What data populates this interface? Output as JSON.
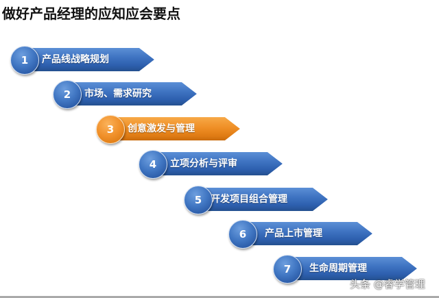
{
  "title": "做好产品经理的应知应会要点",
  "colors": {
    "primary_blue": "#3f74c2",
    "highlight_orange": "#ef8f26",
    "text": "#111111",
    "label_text": "#ffffff"
  },
  "steps": [
    {
      "number": "1",
      "label": "产品线战略规划",
      "color": "blue",
      "highlighted": false
    },
    {
      "number": "2",
      "label": "市场、需求研究",
      "color": "blue",
      "highlighted": false
    },
    {
      "number": "3",
      "label": "创意激发与管理",
      "color": "orange",
      "highlighted": true
    },
    {
      "number": "4",
      "label": "立项分析与评审",
      "color": "blue",
      "highlighted": false
    },
    {
      "number": "5",
      "label": "开发项目组合管理",
      "color": "blue",
      "highlighted": false
    },
    {
      "number": "6",
      "label": "产品上市管理",
      "color": "blue",
      "highlighted": false
    },
    {
      "number": "7",
      "label": "生命周期管理",
      "color": "blue",
      "highlighted": false
    }
  ],
  "watermark": "头条 @睿学管理"
}
